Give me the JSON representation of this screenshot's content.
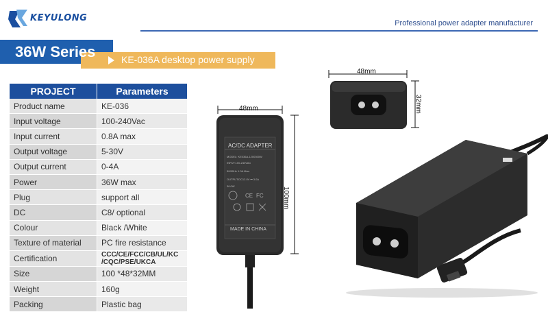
{
  "brand": {
    "name": "KEYULONG",
    "tagline": "Professional power adapter manufacturer"
  },
  "series": {
    "title": "36W Series",
    "subtitle": "KE-036A desktop power supply"
  },
  "table": {
    "headers": [
      "PROJECT",
      "Parameters"
    ],
    "rows": [
      {
        "label": "Product name",
        "value": "KE-036"
      },
      {
        "label": "Input voltage",
        "value": "100-240Vac"
      },
      {
        "label": "Input current",
        "value": "0.8A max"
      },
      {
        "label": "Output voltage",
        "value": "5-30V"
      },
      {
        "label": "Output current",
        "value": "0-4A"
      },
      {
        "label": "Power",
        "value": "36W max"
      },
      {
        "label": "Plug",
        "value": "support all"
      },
      {
        "label": "DC",
        "value": "C8/ optional"
      },
      {
        "label": "Colour",
        "value": "Black /White"
      },
      {
        "label": "Texture of material",
        "value": "PC fire resistance"
      },
      {
        "label": "Certification",
        "value": "CCC/CE/FCC/CB/UL/KC\n/CQC/PSE/UKCA"
      },
      {
        "label": "Size",
        "value": "100 *48*32MM"
      },
      {
        "label": "Weight",
        "value": "160g"
      },
      {
        "label": "Packing",
        "value": "Plastic bag"
      }
    ]
  },
  "dimensions": {
    "front_width": "48mm",
    "front_height": "100mm",
    "side_width": "48mm",
    "side_height": "32mm"
  },
  "label": {
    "title": "AC/DC ADAPTER",
    "model": "MODEL: KE036A-1200300W",
    "input": "INPUT:100-240VAC",
    "freq": "50/60Hz 1.0A Max.",
    "output": "OUTPUT:DC12.0V ⎓ 3.0A",
    "power": "36.0W",
    "made_in": "MADE IN CHINA"
  },
  "colors": {
    "accent_blue": "#1f5fae",
    "accent_orange": "#efb85b",
    "table_header": "#1d4f9d"
  }
}
